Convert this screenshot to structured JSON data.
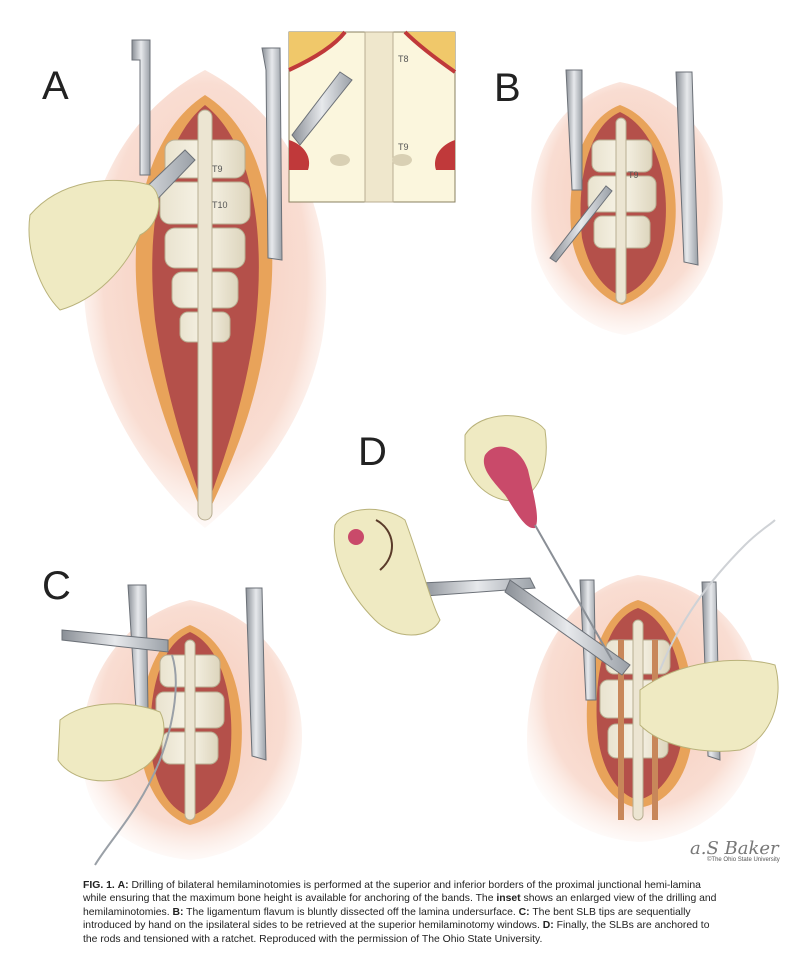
{
  "figure": {
    "panels": {
      "a": "A",
      "b": "B",
      "c": "C",
      "d": "D"
    },
    "inset_labels": {
      "upper": "T8",
      "lower": "T9"
    },
    "panel_a_labels": {
      "upper": "T9",
      "lower": "T10"
    },
    "panel_b_label": "T9",
    "signature": "a.S Baker",
    "credit": "©The Ohio State University"
  },
  "caption": {
    "fig_label": "FIG. 1.",
    "a_label": "A:",
    "a_text": " Drilling of bilateral hemilaminotomies is performed at the superior and inferior borders of the proximal junctional hemi-lamina while ensuring that the maximum bone height is available for anchoring of the bands. The ",
    "inset_word": "inset",
    "inset_text": " shows an enlarged view of the drilling and hemilaminotomies. ",
    "b_label": "B:",
    "b_text": " The ligamentum flavum is bluntly dissected off the lamina undersurface. ",
    "c_label": "C:",
    "c_text": " The bent SLB tips are sequentially introduced by hand on the ipsilateral sides to be retrieved at the superior hemilaminotomy windows. ",
    "d_label": "D:",
    "d_text": " Finally, the SLBs are anchored to the rods and tensioned with a ratchet. Reproduced with the permission of The Ohio State University."
  }
}
